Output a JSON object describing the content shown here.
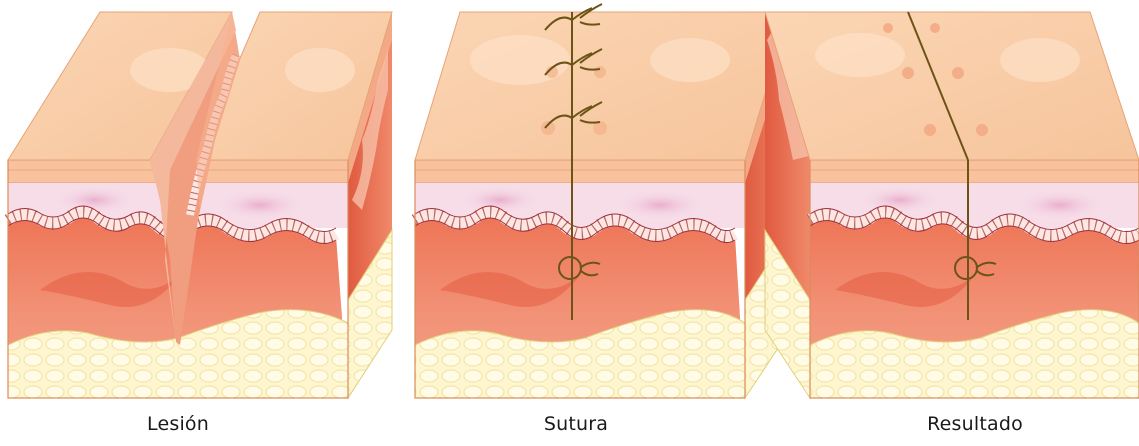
{
  "captions": {
    "lesion": "Lesión",
    "sutura": "Sutura",
    "resultado": "Resultado"
  },
  "colors": {
    "epidermis_top": "#f9cfa9",
    "epidermis_side": "#f6b98e",
    "stratum_line": "#e58c62",
    "dermis_pale": "#f6dde8",
    "dermis_pink": "#eab4cf",
    "basal_cells": "#fde7e0",
    "cell_outline": "#9c2f3c",
    "subcutis_red": "#e9684a",
    "subcutis_light": "#f49378",
    "fat": "#fdf4c8",
    "fat_outline": "#d9c56e",
    "suture_thread": "#6b5416"
  }
}
